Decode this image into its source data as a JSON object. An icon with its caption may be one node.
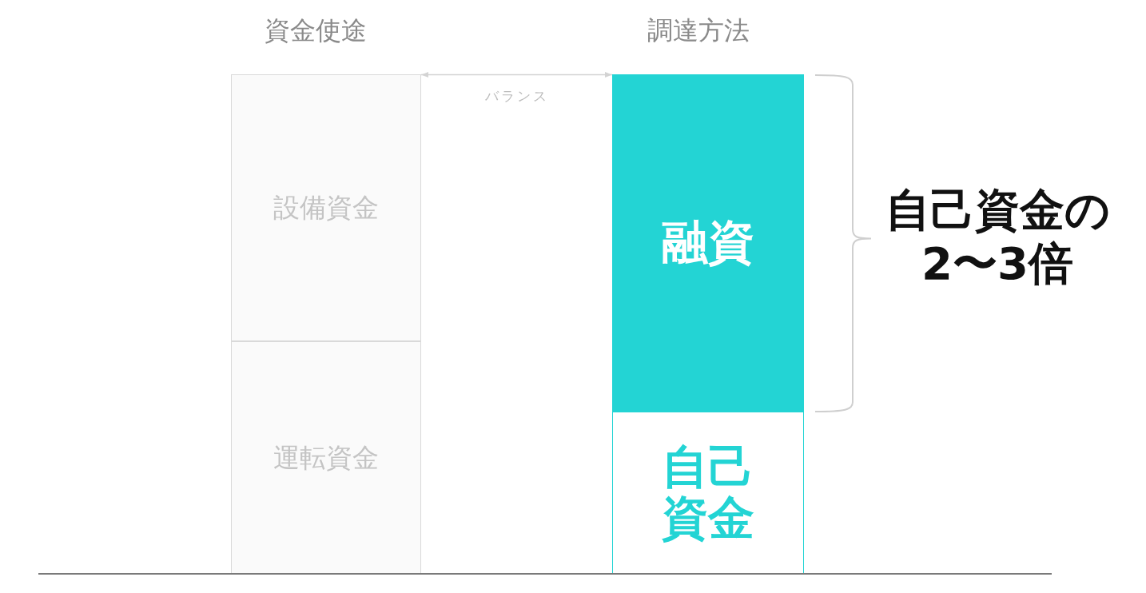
{
  "diagram": {
    "nodes": [
      {
        "text": [
          "設備資金"
        ]
      },
      {
        "text": [
          "融資"
        ]
      },
      {
        "text": [
          "運転資金"
        ]
      },
      {
        "text": [
          "自己資金"
        ]
      }
    ],
    "edges": [
      {
        "from": 0,
        "to": 1,
        "arrow": "both",
        "label": "バランス"
      }
    ],
    "labels": [
      "資金使途",
      "調達方法",
      "自己資金の2〜3倍"
    ]
  }
}
